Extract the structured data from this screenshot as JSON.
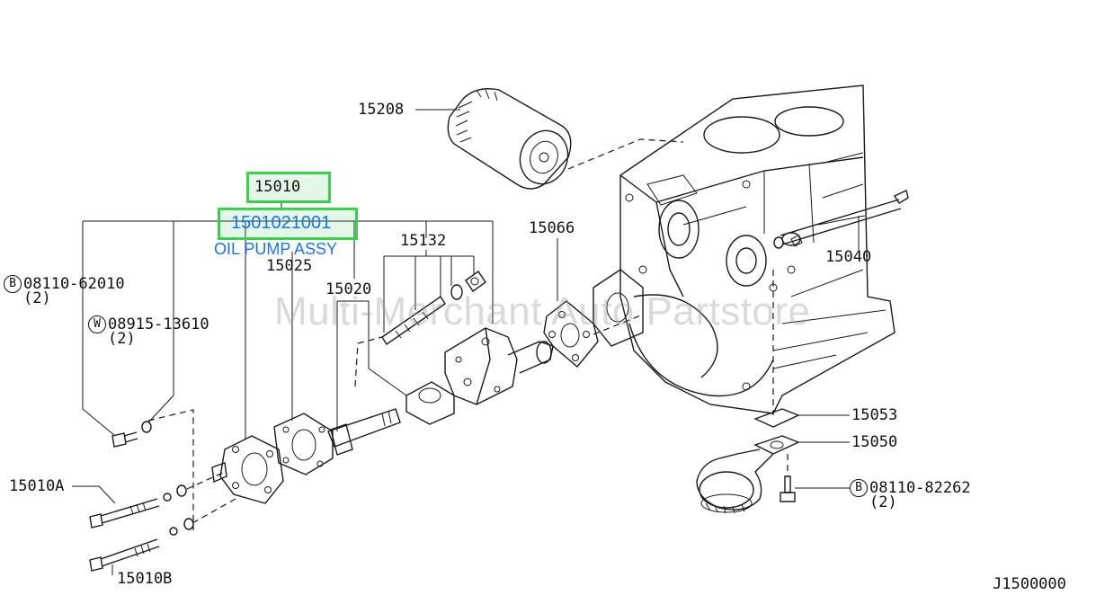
{
  "highlight": {
    "part_number": "15010",
    "sku": "1501021001",
    "part_name": "OIL PUMP ASSY",
    "color": "#3ccf4e",
    "text_color": "#1a73e8"
  },
  "callouts": {
    "oil_filter": "15208",
    "oil_pump_cover": "15025",
    "pump_shaft": "15020",
    "relief_valve_set": "15132",
    "gasket_upper": "15066",
    "dipstick": "15040",
    "strainer_gasket": "15053",
    "strainer": "15050",
    "stud_a": "15010A",
    "stud_b": "15010B"
  },
  "fasteners": {
    "bolt_upper": {
      "symbol": "B",
      "part": "08110-62010",
      "qty": "(2)"
    },
    "washer": {
      "symbol": "W",
      "part": "08915-13610",
      "qty": "(2)"
    },
    "bolt_strainer": {
      "symbol": "B",
      "part": "08110-82262",
      "qty": "(2)"
    }
  },
  "diagram_code": "J1500000",
  "watermark": "Multi-Merchant Auto Partstore"
}
